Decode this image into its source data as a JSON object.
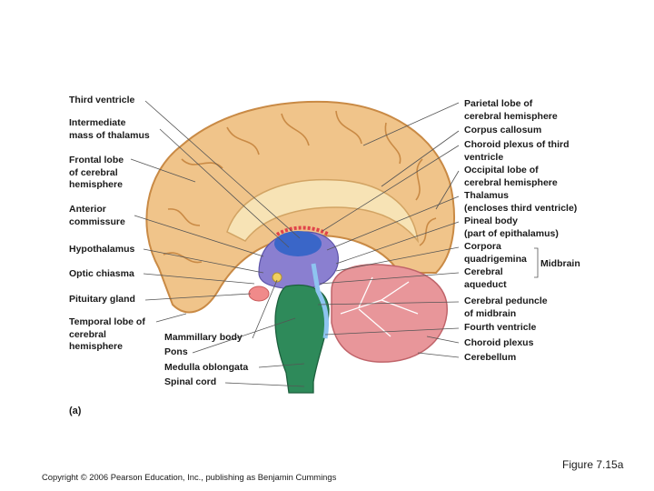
{
  "labels_left": [
    {
      "id": "third-ventricle",
      "text": "Third ventricle"
    },
    {
      "id": "intermediate-mass",
      "text": "Intermediate\nmass of thalamus"
    },
    {
      "id": "frontal-lobe",
      "text": "Frontal lobe\nof cerebral\nhemisphere"
    },
    {
      "id": "anterior-commissure",
      "text": "Anterior\ncommissure"
    },
    {
      "id": "hypothalamus",
      "text": "Hypothalamus"
    },
    {
      "id": "optic-chiasma",
      "text": "Optic chiasma"
    },
    {
      "id": "pituitary-gland",
      "text": "Pituitary gland"
    },
    {
      "id": "temporal-lobe",
      "text": "Temporal lobe of\ncerebral\nhemisphere"
    }
  ],
  "labels_bottom": [
    {
      "id": "mammillary-body",
      "text": "Mammillary body"
    },
    {
      "id": "pons",
      "text": "Pons"
    },
    {
      "id": "medulla-oblongata",
      "text": "Medulla oblongata"
    },
    {
      "id": "spinal-cord",
      "text": "Spinal cord"
    }
  ],
  "labels_right": [
    {
      "id": "parietal-lobe",
      "text": "Parietal lobe of\ncerebral hemisphere"
    },
    {
      "id": "corpus-callosum",
      "text": "Corpus callosum"
    },
    {
      "id": "choroid-plexus-third",
      "text": "Choroid plexus of third\nventricle"
    },
    {
      "id": "occipital-lobe",
      "text": "Occipital lobe of\ncerebral hemisphere"
    },
    {
      "id": "thalamus",
      "text": "Thalamus\n(encloses third ventricle)"
    },
    {
      "id": "pineal-body",
      "text": "Pineal body\n(part of epithalamus)"
    },
    {
      "id": "corpora-quadrigemina",
      "text": "Corpora\nquadrigemina"
    },
    {
      "id": "cerebral-aqueduct",
      "text": "Cerebral\naqueduct"
    },
    {
      "id": "cerebral-peduncle",
      "text": "Cerebral peduncle\nof midbrain"
    },
    {
      "id": "fourth-ventricle",
      "text": "Fourth ventricle"
    },
    {
      "id": "choroid-plexus",
      "text": "Choroid plexus"
    },
    {
      "id": "cerebellum",
      "text": "Cerebellum"
    }
  ],
  "midbrain_label": "Midbrain",
  "panel_letter": "(a)",
  "figure_number": "Figure 7.15a",
  "copyright": "Copyright © 2006 Pearson Education, Inc., publishing as Benjamin Cummings",
  "colors": {
    "cerebrum": "#f0c48a",
    "cerebrum_dark": "#c98a45",
    "cerebellum": "#e8969a",
    "brainstem": "#2e8a5a",
    "ventricle": "#3a66c8",
    "diencephalon": "#8a7fd0",
    "pituitary": "#f08a8a",
    "leader_line": "#555555"
  }
}
